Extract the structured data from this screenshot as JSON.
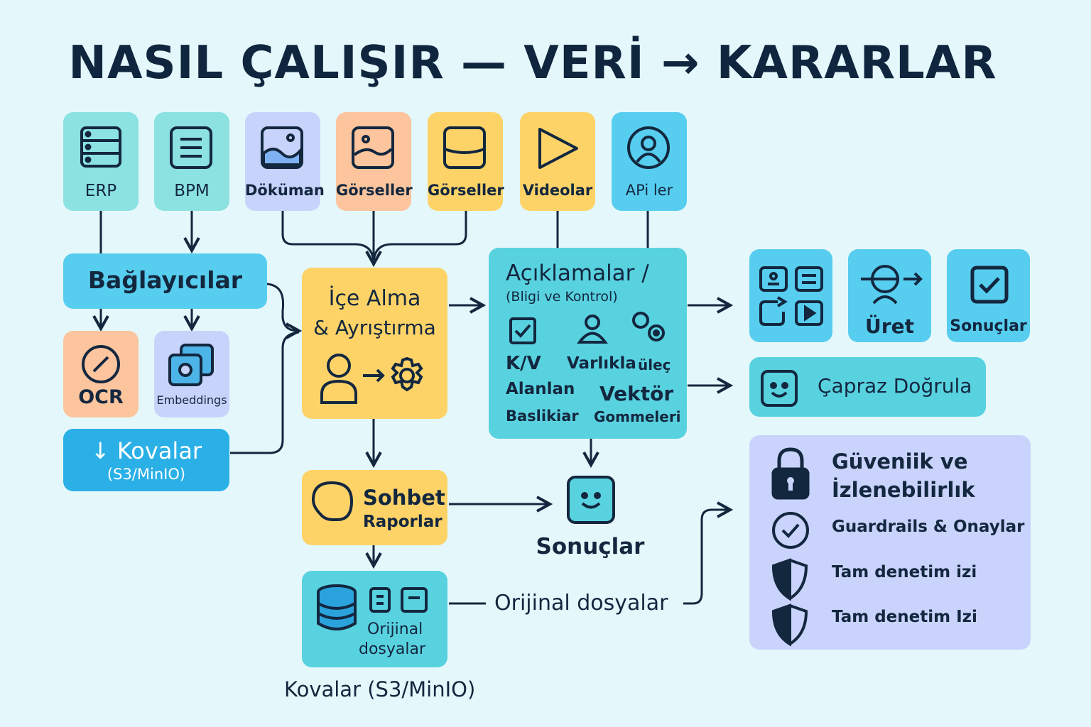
{
  "title": "NASIL ÇALIŞIR — VERİ → KARARLAR",
  "sources": {
    "erp": "ERP",
    "bpm": "BPM",
    "dokuman": "Döküman",
    "gorseller1": "Görseller",
    "gorseller2": "Görseller",
    "videolar": "Videolar",
    "apiler": "APi ler"
  },
  "connectors": "Bağlayıcılar",
  "ocr": "OCR",
  "embeddings": "Embeddings",
  "kovalar_left": {
    "title": "↓ Kovalar",
    "sub": "(S3/MinIO)"
  },
  "ingest": {
    "line1": "İçe Alma",
    "line2": "& Ayrıştırma"
  },
  "annotations": {
    "title": "Açıklamalar /",
    "subtitle": "(Bligi ve Kontrol)",
    "kv": "K/V",
    "alanlan": "Alanlan",
    "basliklar": "Baslikiar",
    "varlik": "Varlıkla",
    "ulec": "üleç",
    "vektor": "Vektör",
    "gommeleri": "Gommeleri"
  },
  "outputs": {
    "uret": "Üret",
    "sonuclar": "Sonuçlar",
    "capraz": "Çapraz Doğrula"
  },
  "chat": {
    "line1": "Sohbet",
    "line2": "Raporlar"
  },
  "results_center": "Sonuçlar",
  "storage": {
    "inner1": "Orijinal",
    "inner2": "dosyalar",
    "caption": "Kovalar (S3/MinIO)"
  },
  "orig_label": "Orijinal dosyalar",
  "security": {
    "title1": "Güveniik ve",
    "title2": "İzlenebilirlık",
    "item1": "Guardrails & Onaylar",
    "item2": "Tam denetim izi",
    "item3": "Tam denetim Izi"
  }
}
